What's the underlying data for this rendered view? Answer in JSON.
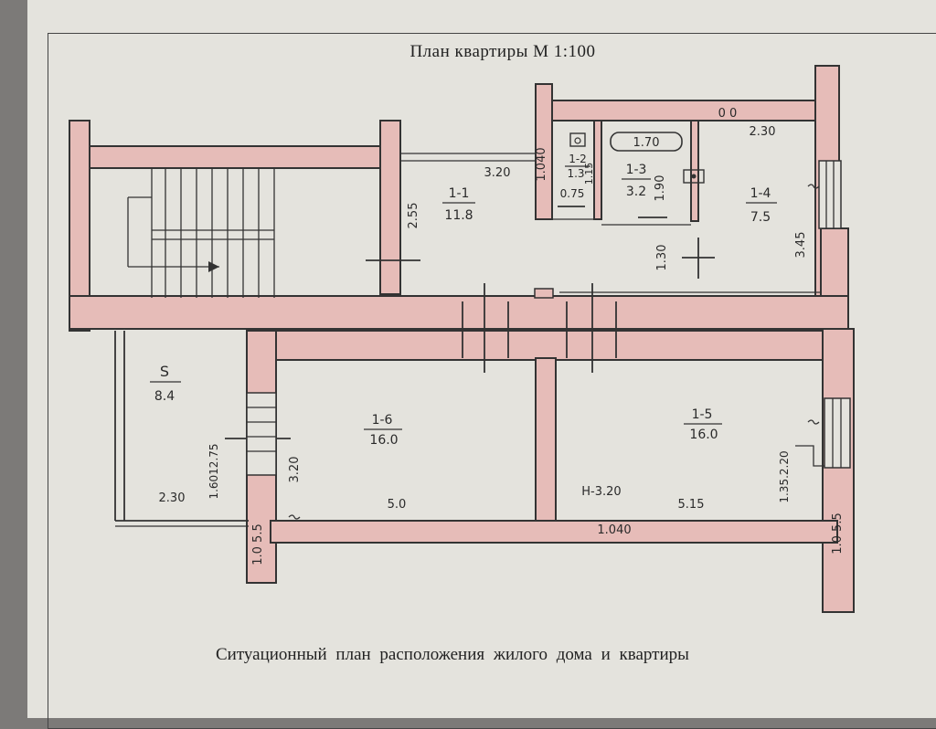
{
  "title": "План квартиры М 1:100",
  "caption": "Ситуационный план расположения жилого дома и квартиры",
  "colors": {
    "wall_fill": "#e6bcb8",
    "paper": "#e4e3dd",
    "ink": "#333333"
  },
  "rooms": {
    "r1_1": {
      "id": "1-1",
      "area": "11.8"
    },
    "r1_2": {
      "id": "1-2",
      "area": "1.3"
    },
    "r1_3": {
      "id": "1-3",
      "area": "3.2"
    },
    "r1_4": {
      "id": "1-4",
      "area": "7.5"
    },
    "r1_5": {
      "id": "1-5",
      "area": "16.0"
    },
    "r1_6": {
      "id": "1-6",
      "area": "16.0"
    },
    "balcony": {
      "id": "S",
      "area": "8.4"
    }
  },
  "dimensions": {
    "top_wall": "0 0",
    "r1_4_width": "2.30",
    "r1_1_length": "3.20",
    "r1_1_height": "2.55",
    "wc_wall": "1.040",
    "r1_2_dim_a": "1.15",
    "r1_2_dim_b": "0.75",
    "bath_length": "1.70",
    "r1_3_height": "1.90",
    "corridor": "1.30",
    "r1_4_height": "3.45",
    "balcony_width": "2.30",
    "balcony_height": "1.6012.75",
    "r1_6_height": "3.20",
    "r1_6_width": "5.0",
    "wall_left": "1.0 5.5",
    "ceiling_height": "Н-3.20",
    "r1_5_width": "5.15",
    "r1_5_height": "1.35.2.20",
    "bottom_wall": "1.040",
    "wall_right": "1.0 5.5"
  }
}
